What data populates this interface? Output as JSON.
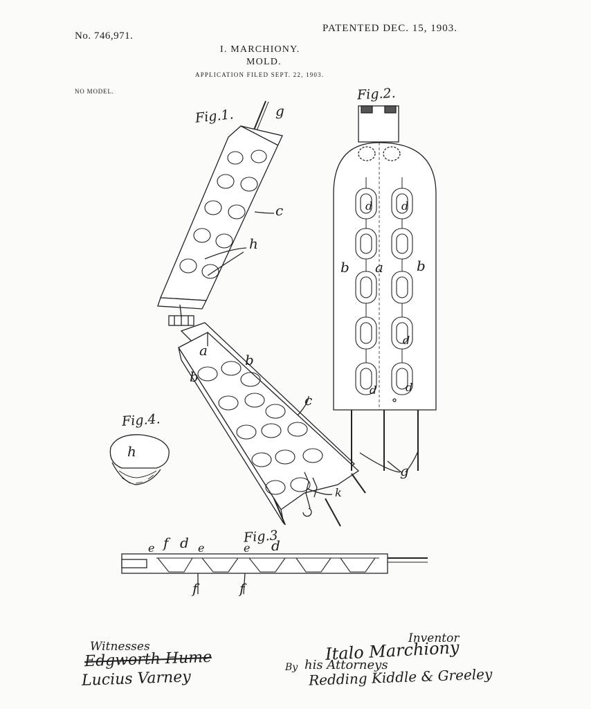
{
  "header": {
    "patent_number": "No. 746,971.",
    "patented": "PATENTED DEC. 15, 1903.",
    "inventor": "I. MARCHIONY.",
    "title": "MOLD.",
    "application": "APPLICATION FILED SEPT. 22, 1903.",
    "model": "NO MODEL."
  },
  "figures": {
    "fig1": "Fig.1.",
    "fig2": "Fig.2.",
    "fig3": "Fig.3",
    "fig4": "Fig.4."
  },
  "labels": {
    "g": "g",
    "c": "c",
    "h": "h",
    "a": "a",
    "b": "b",
    "d": "d",
    "e": "e",
    "f": "f",
    "k": "k"
  },
  "signatures": {
    "witnesses_label": "Witnesses",
    "witness_1": "Edgworth Hume",
    "witness_2": "Lucius Varney",
    "inventor_label": "Inventor",
    "inventor_signature": "Italo Marchiony",
    "by": "By",
    "attorneys": "his Attorneys",
    "attorney_names": "Redding Kiddle & Greeley"
  }
}
